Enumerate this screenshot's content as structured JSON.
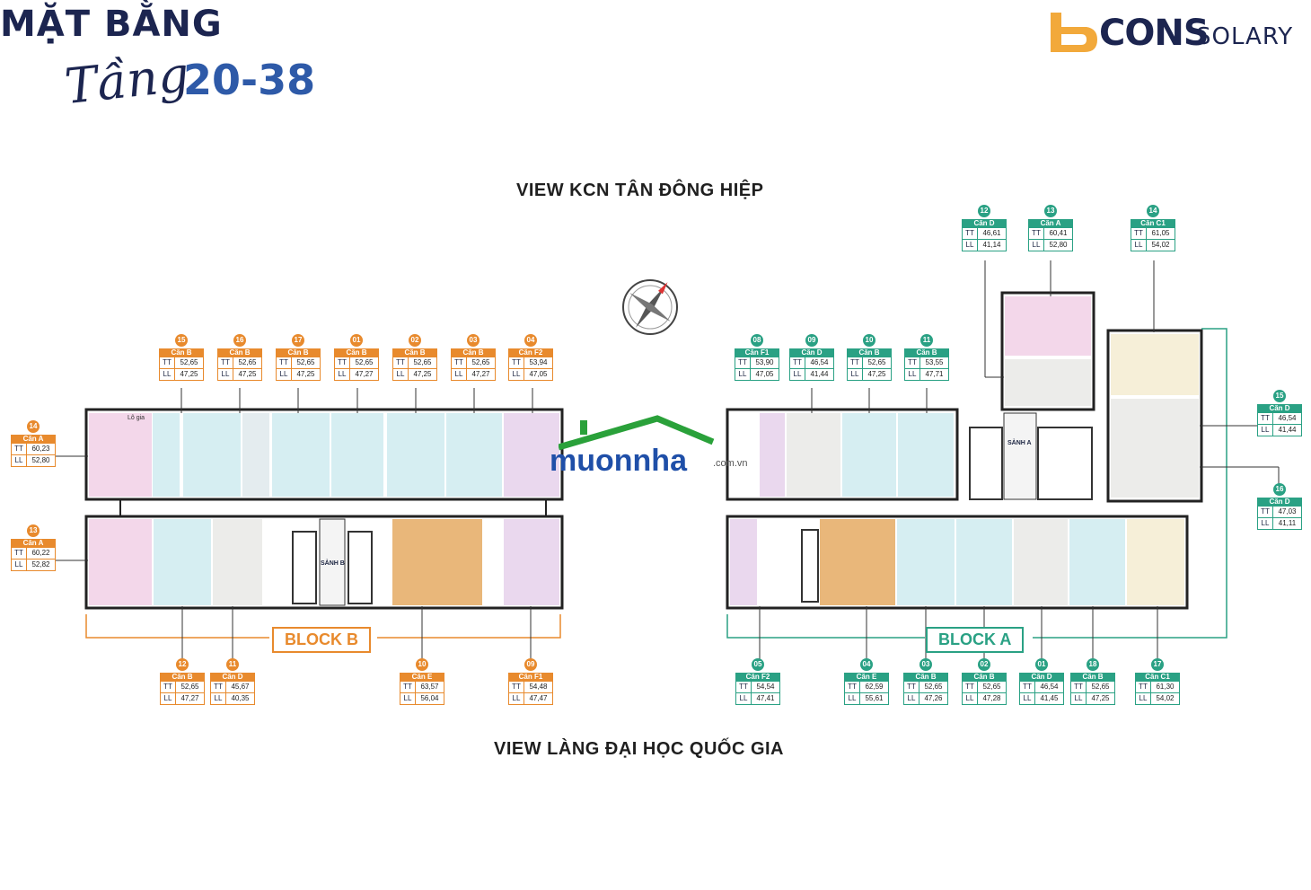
{
  "header": {
    "title": "MẶT BẰNG",
    "script": "Tầng",
    "floors": "20-38"
  },
  "brand": {
    "name": "CONS",
    "sub": "SOLARY"
  },
  "views": {
    "top": "VIEW KCN TÂN ĐÔNG HIỆP",
    "bottom": "VIEW LÀNG ĐẠI HỌC QUỐC GIA"
  },
  "blocks": {
    "b": "BLOCK B",
    "a": "BLOCK A"
  },
  "lobbies": {
    "b": "SẢNH B",
    "a": "SẢNH A"
  },
  "balcony_label": "Lô gia",
  "watermark": {
    "text": "muonnha",
    "sub": ".com.vn"
  },
  "colors": {
    "orange": "#e88a2d",
    "green": "#2aa184",
    "navy": "#1c2550"
  },
  "units_b": [
    {
      "num": "15",
      "type": "Căn B",
      "tt": "52,65",
      "ll": "47,25"
    },
    {
      "num": "16",
      "type": "Căn B",
      "tt": "52,65",
      "ll": "47,25"
    },
    {
      "num": "17",
      "type": "Căn B",
      "tt": "52,65",
      "ll": "47,25"
    },
    {
      "num": "01",
      "type": "Căn B",
      "tt": "52,65",
      "ll": "47,27"
    },
    {
      "num": "02",
      "type": "Căn B",
      "tt": "52,65",
      "ll": "47,25"
    },
    {
      "num": "03",
      "type": "Căn B",
      "tt": "52,65",
      "ll": "47,27"
    },
    {
      "num": "04",
      "type": "Căn F2",
      "tt": "53,94",
      "ll": "47,05"
    },
    {
      "num": "14",
      "type": "Căn A",
      "tt": "60,23",
      "ll": "52,80"
    },
    {
      "num": "13",
      "type": "Căn A",
      "tt": "60,22",
      "ll": "52,82"
    },
    {
      "num": "12",
      "type": "Căn B",
      "tt": "52,65",
      "ll": "47,27"
    },
    {
      "num": "11",
      "type": "Căn D",
      "tt": "45,67",
      "ll": "40,35"
    },
    {
      "num": "10",
      "type": "Căn E",
      "tt": "63,57",
      "ll": "56,04"
    },
    {
      "num": "09",
      "type": "Căn F1",
      "tt": "54,48",
      "ll": "47,47"
    }
  ],
  "units_a": [
    {
      "num": "12",
      "type": "Căn D",
      "tt": "46,61",
      "ll": "41,14"
    },
    {
      "num": "13",
      "type": "Căn A",
      "tt": "60,41",
      "ll": "52,80"
    },
    {
      "num": "14",
      "type": "Căn C1",
      "tt": "61,05",
      "ll": "54,02"
    },
    {
      "num": "08",
      "type": "Căn F1",
      "tt": "53,90",
      "ll": "47,05"
    },
    {
      "num": "09",
      "type": "Căn D",
      "tt": "46,54",
      "ll": "41,44"
    },
    {
      "num": "10",
      "type": "Căn B",
      "tt": "52,65",
      "ll": "47,25"
    },
    {
      "num": "11",
      "type": "Căn B",
      "tt": "53,55",
      "ll": "47,71"
    },
    {
      "num": "15",
      "type": "Căn D",
      "tt": "46,54",
      "ll": "41,44"
    },
    {
      "num": "16",
      "type": "Căn D",
      "tt": "47,03",
      "ll": "41,11"
    },
    {
      "num": "05",
      "type": "Căn F2",
      "tt": "54,54",
      "ll": "47,41"
    },
    {
      "num": "04",
      "type": "Căn E",
      "tt": "62,59",
      "ll": "55,61"
    },
    {
      "num": "03",
      "type": "Căn B",
      "tt": "52,65",
      "ll": "47,26"
    },
    {
      "num": "02",
      "type": "Căn B",
      "tt": "52,65",
      "ll": "47,28"
    },
    {
      "num": "01",
      "type": "Căn D",
      "tt": "46,54",
      "ll": "41,45"
    },
    {
      "num": "18",
      "type": "Căn B",
      "tt": "52,65",
      "ll": "47,25"
    },
    {
      "num": "17",
      "type": "Căn C1",
      "tt": "61,30",
      "ll": "54,02"
    }
  ]
}
